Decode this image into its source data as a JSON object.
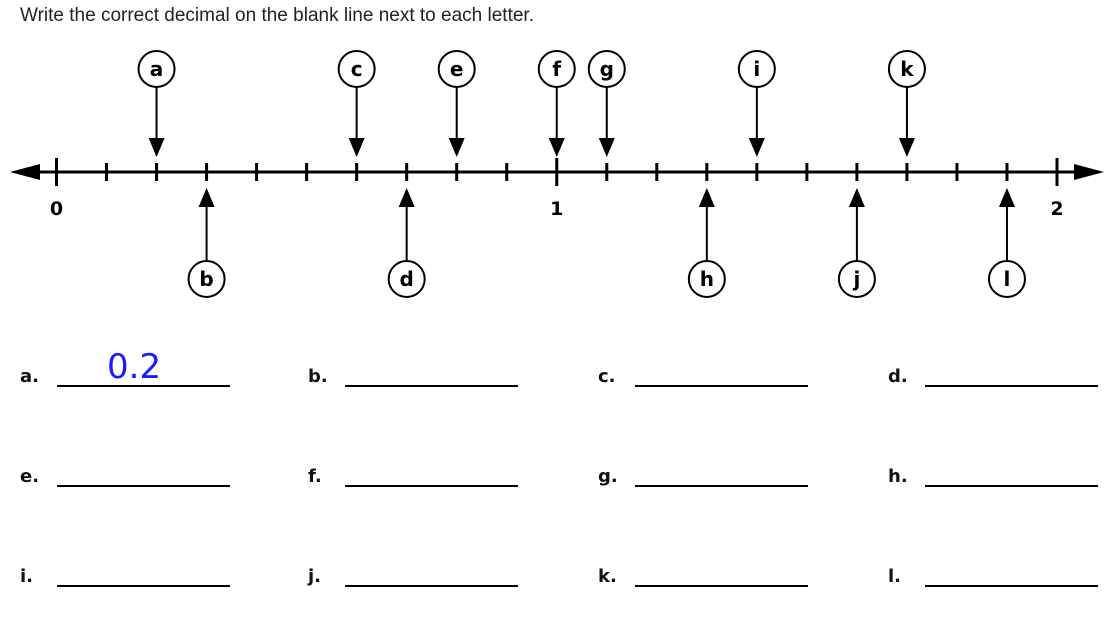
{
  "instructions": "Write the correct decimal on the blank line next to each letter.",
  "number_line": {
    "min": 0,
    "max": 2,
    "step": 0.1,
    "labels": [
      {
        "value": 0,
        "text": "0"
      },
      {
        "value": 1,
        "text": "1"
      },
      {
        "value": 2,
        "text": "2"
      }
    ],
    "markers": [
      {
        "letter": "a",
        "value": 0.2,
        "side": "top"
      },
      {
        "letter": "b",
        "value": 0.3,
        "side": "bottom"
      },
      {
        "letter": "c",
        "value": 0.6,
        "side": "top"
      },
      {
        "letter": "d",
        "value": 0.7,
        "side": "bottom"
      },
      {
        "letter": "e",
        "value": 0.8,
        "side": "top"
      },
      {
        "letter": "f",
        "value": 1.0,
        "side": "top"
      },
      {
        "letter": "g",
        "value": 1.1,
        "side": "top"
      },
      {
        "letter": "h",
        "value": 1.3,
        "side": "bottom"
      },
      {
        "letter": "i",
        "value": 1.4,
        "side": "top"
      },
      {
        "letter": "j",
        "value": 1.6,
        "side": "bottom"
      },
      {
        "letter": "k",
        "value": 1.7,
        "side": "top"
      },
      {
        "letter": "l",
        "value": 1.9,
        "side": "bottom"
      }
    ]
  },
  "answers": [
    {
      "label": "a.",
      "value": "0.2"
    },
    {
      "label": "b.",
      "value": ""
    },
    {
      "label": "c.",
      "value": ""
    },
    {
      "label": "d.",
      "value": ""
    },
    {
      "label": "e.",
      "value": ""
    },
    {
      "label": "f.",
      "value": ""
    },
    {
      "label": "g.",
      "value": ""
    },
    {
      "label": "h.",
      "value": ""
    },
    {
      "label": "i.",
      "value": ""
    },
    {
      "label": "j.",
      "value": ""
    },
    {
      "label": "k.",
      "value": ""
    },
    {
      "label": "l.",
      "value": ""
    }
  ]
}
